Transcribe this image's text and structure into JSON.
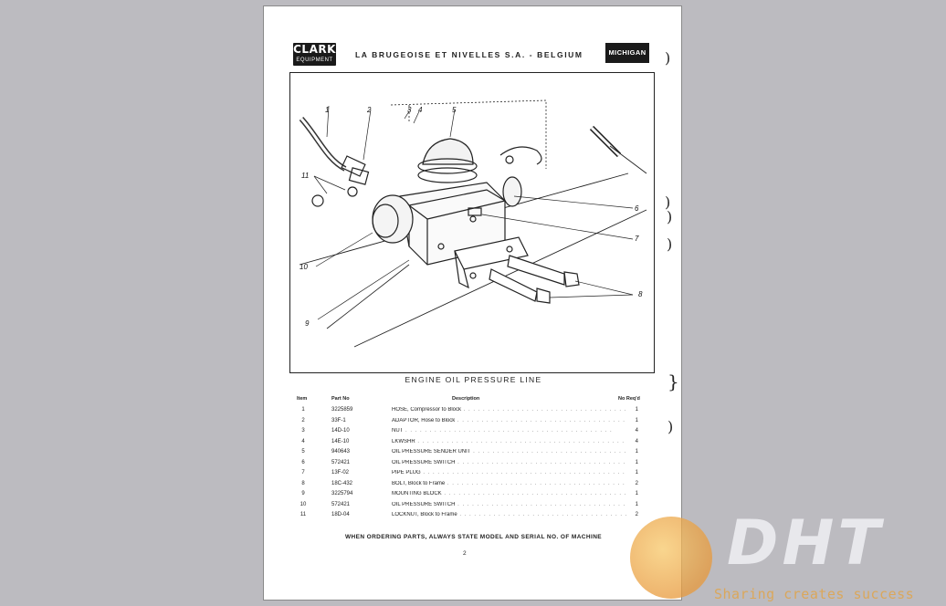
{
  "header": {
    "left_logo": {
      "brand": "CLARK",
      "sub": "EQUIPMENT"
    },
    "company": "LA BRUGEOISE ET NIVELLES S.A. - BELGIUM",
    "right_logo": "MICHIGAN"
  },
  "diagram": {
    "callouts": [
      "1",
      "2",
      "3",
      "4",
      "5",
      "6",
      "7",
      "8",
      "9",
      "10",
      "11"
    ]
  },
  "section_title": "ENGINE OIL PRESSURE LINE",
  "table": {
    "headers": {
      "item": "Item",
      "part": "Part No",
      "desc": "Description",
      "qty": "No Req'd"
    },
    "rows": [
      {
        "item": "1",
        "part": "3225859",
        "desc": "HOSE, Compressor to Block",
        "qty": "1"
      },
      {
        "item": "2",
        "part": "33F-1",
        "desc": "ADAPTOR, Hose to Block",
        "qty": "1"
      },
      {
        "item": "3",
        "part": "14D-10",
        "desc": "NUT",
        "qty": "4"
      },
      {
        "item": "4",
        "part": "14E-10",
        "desc": "LKWSHR",
        "qty": "4"
      },
      {
        "item": "5",
        "part": "940643",
        "desc": "OIL PRESSURE SENDER UNIT",
        "qty": "1"
      },
      {
        "item": "6",
        "part": "572421",
        "desc": "OIL PRESSURE SWITCH",
        "qty": "1"
      },
      {
        "item": "7",
        "part": "13F-02",
        "desc": "PIPE PLUG",
        "qty": "1"
      },
      {
        "item": "8",
        "part": "18C-432",
        "desc": "BOLT, Block to Frame",
        "qty": "2"
      },
      {
        "item": "9",
        "part": "3225794",
        "desc": "MOUNTING BLOCK",
        "qty": "1"
      },
      {
        "item": "10",
        "part": "572421",
        "desc": "OIL PRESSURE SWITCH",
        "qty": "1"
      },
      {
        "item": "11",
        "part": "18D-04",
        "desc": "LOCKNUT, Block to Frame",
        "qty": "2"
      }
    ]
  },
  "footer": "WHEN ORDERING PARTS, ALWAYS STATE MODEL AND SERIAL NO. OF MACHINE",
  "page_number": "2",
  "watermark": {
    "logo_text": "DHT",
    "tagline": "Sharing creates success"
  }
}
